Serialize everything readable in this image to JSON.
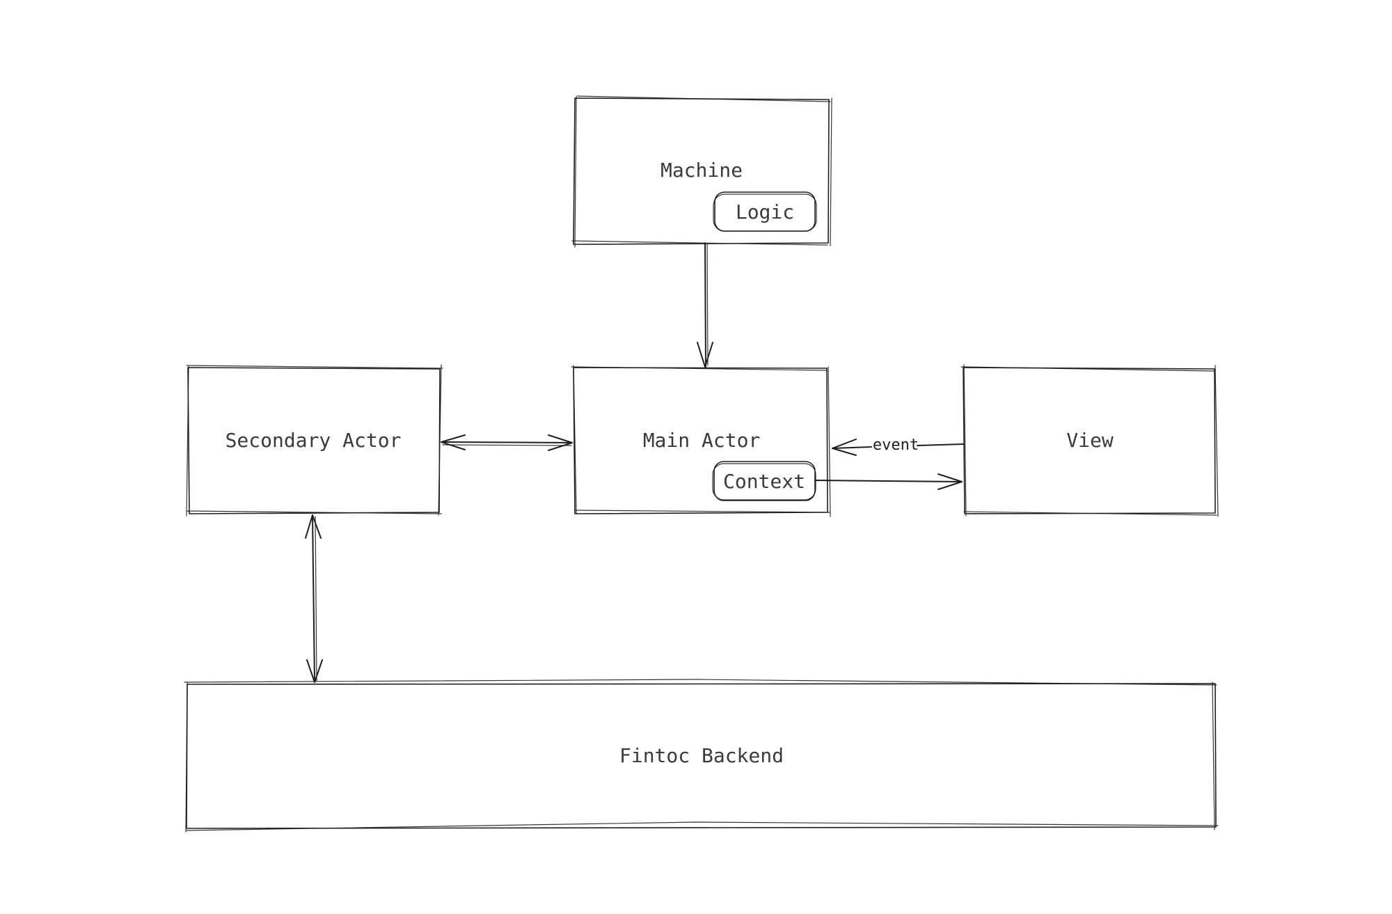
{
  "diagram": {
    "nodes": {
      "machine": {
        "label": "Machine",
        "badge": "Logic"
      },
      "main_actor": {
        "label": "Main Actor",
        "badge": "Context"
      },
      "secondary_actor": {
        "label": "Secondary Actor"
      },
      "view": {
        "label": "View"
      },
      "backend": {
        "label": "Fintoc Backend"
      }
    },
    "edges": [
      {
        "from": "machine",
        "to": "main_actor",
        "direction": "forward",
        "label": ""
      },
      {
        "from": "secondary_actor",
        "to": "main_actor",
        "direction": "both",
        "label": ""
      },
      {
        "from": "view",
        "to": "main_actor",
        "direction": "forward",
        "label": "event"
      },
      {
        "from": "main_actor.context",
        "to": "view",
        "direction": "forward",
        "label": ""
      },
      {
        "from": "secondary_actor",
        "to": "backend",
        "direction": "both",
        "label": ""
      }
    ],
    "colors": {
      "stroke": "#1e1e1e",
      "text": "#3a3a3a",
      "background": "#ffffff"
    }
  }
}
